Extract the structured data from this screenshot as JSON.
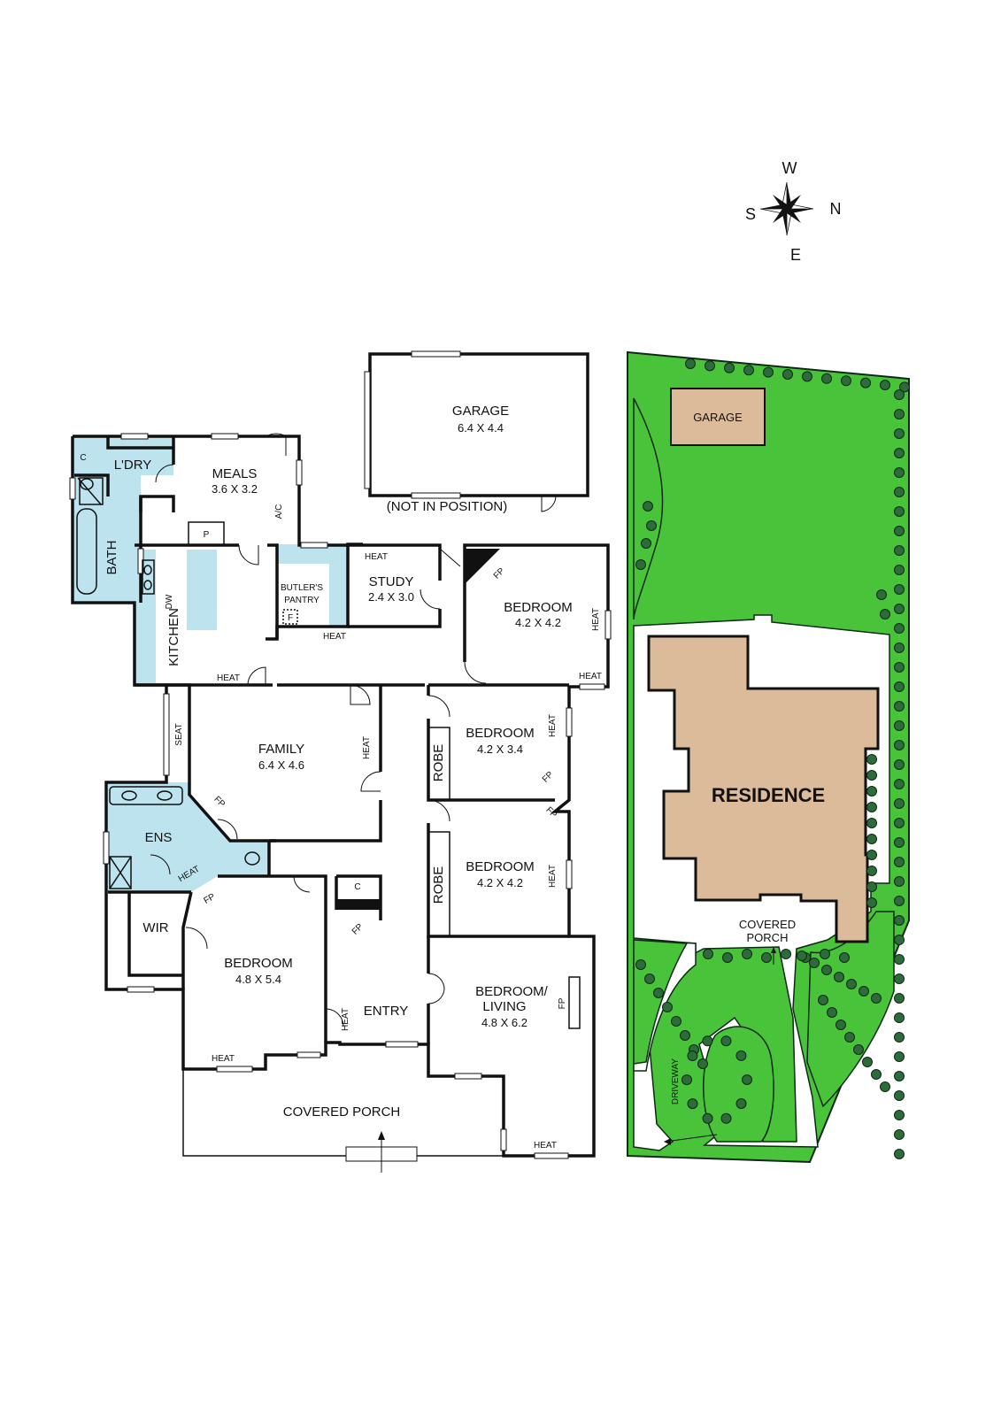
{
  "compass": {
    "north": "N",
    "south": "S",
    "east": "E",
    "west": "W"
  },
  "floor_plan": {
    "garage": {
      "name": "GARAGE",
      "dims": "6.4 X 4.4",
      "note": "(NOT IN POSITION)"
    },
    "laundry": {
      "name": "L'DRY",
      "cupboard": "C"
    },
    "bath": {
      "name": "BATH"
    },
    "meals": {
      "name": "MEALS",
      "dims": "3.6 X 3.2",
      "ac": "A/C"
    },
    "pantry_cupboard": "P",
    "kitchen": {
      "name": "KITCHEN",
      "dishwasher": "DW",
      "heat": "HEAT"
    },
    "butlers_pantry": {
      "line1": "BUTLER'S",
      "line2": "PANTRY",
      "fridge": "F",
      "heat": "HEAT"
    },
    "study": {
      "name": "STUDY",
      "dims": "2.4 X 3.0",
      "heat": "HEAT"
    },
    "bedroom_ne": {
      "name": "BEDROOM",
      "dims": "4.2 X 4.2",
      "fp": "FP",
      "heat1": "HEAT",
      "heat2": "HEAT"
    },
    "family": {
      "name": "FAMILY",
      "dims": "6.4 X 4.6",
      "seat": "SEAT",
      "heat": "HEAT",
      "fp": "FP"
    },
    "bedroom_2": {
      "name": "BEDROOM",
      "dims": "4.2 X 3.4",
      "robe": "ROBE",
      "heat": "HEAT",
      "fp": "FP"
    },
    "bedroom_3": {
      "name": "BEDROOM",
      "dims": "4.2 X 4.2",
      "robe": "ROBE",
      "heat": "HEAT",
      "fp": "FP"
    },
    "ensuite": {
      "name": "ENS",
      "heat": "HEAT"
    },
    "wir": {
      "name": "WIR"
    },
    "master": {
      "name": "BEDROOM",
      "dims": "4.8 X 5.4",
      "fp": "FP",
      "heat1": "HEAT",
      "heat2": "HEAT"
    },
    "hall_cupboard": {
      "name": "C",
      "fp": "FP"
    },
    "entry": {
      "name": "ENTRY"
    },
    "bedroom_living": {
      "line1": "BEDROOM/",
      "line2": "LIVING",
      "dims": "4.8 X 6.2",
      "fp": "FP",
      "heat": "HEAT"
    },
    "covered_porch": {
      "name": "COVERED PORCH"
    }
  },
  "site_plan": {
    "garage": "GARAGE",
    "residence": "RESIDENCE",
    "porch_line1": "COVERED",
    "porch_line2": "PORCH",
    "driveway": "DRIVEWAY",
    "colors": {
      "lawn": "#49c43a",
      "building": "#dcbb9b",
      "wet_area": "#bde3ef",
      "trees": "#2e6b3a"
    }
  }
}
